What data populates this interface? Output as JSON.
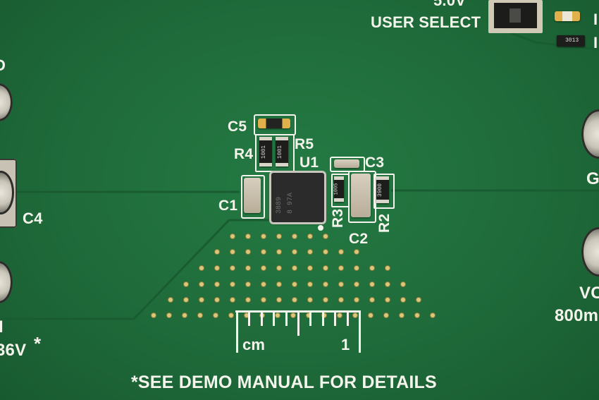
{
  "silkscreen": {
    "top_voltage_partial": "5.0V",
    "user_select": "USER SELECT",
    "top_left_partial": "D",
    "left_bottom_partial": "36V",
    "left_bottom_asterisk": "*",
    "c4": "C4",
    "c5": "C5",
    "r4": "R4",
    "r5": "R5",
    "u1": "U1",
    "c3": "C3",
    "c1": "C1",
    "r3": "R3",
    "c2": "C2",
    "r2": "R2",
    "right_g": "G",
    "right_vo": "VC",
    "right_800": "800m",
    "right_edge_1": "I",
    "right_edge_2": "I",
    "left_i": "I",
    "footer": "*SEE DEMO MANUAL FOR DETAILS",
    "ruler_cm": "cm",
    "ruler_one": "1"
  },
  "component_markings": {
    "r4_code": "1001",
    "r5_code": "1001",
    "r3_code": "1005",
    "r2_code": "3900",
    "top_res_code": "3013",
    "ic_line1": "3889",
    "ic_line2": "8 97A"
  },
  "colors": {
    "pcb_green": "#1f6b3a",
    "silkscreen": "#f4f4ec",
    "gold_pad": "#d9c77a"
  }
}
